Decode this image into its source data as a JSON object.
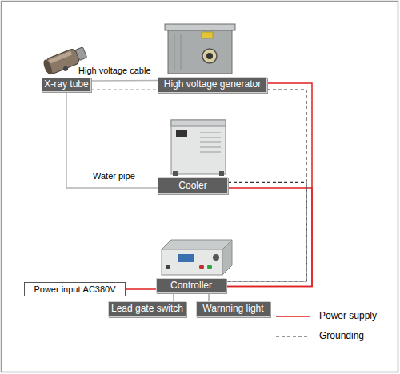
{
  "diagram": {
    "nodes": [
      {
        "text": [
          "X-ray tube"
        ]
      },
      {
        "text": [
          "High voltage generator"
        ]
      },
      {
        "text": [
          "Cooler"
        ]
      },
      {
        "text": [
          "Power input:AC380V"
        ]
      },
      {
        "text": [
          "Controller"
        ]
      },
      {
        "text": [
          "Lead gate switch"
        ]
      },
      {
        "text": [
          "Warnning light"
        ]
      }
    ],
    "edges": [
      {
        "from": 0,
        "to": 1,
        "label": "High voltage cable",
        "arrow": "none"
      },
      {
        "from": 0,
        "to": 2,
        "label": "Water pipe",
        "arrow": "none"
      },
      {
        "from": 1,
        "to": 4,
        "arrow": "none"
      },
      {
        "from": 2,
        "to": 4,
        "arrow": "none"
      },
      {
        "from": 1,
        "to": 4,
        "arrow": "none"
      },
      {
        "from": 2,
        "to": 4,
        "arrow": "none"
      },
      {
        "from": 0,
        "to": 1,
        "arrow": "none"
      },
      {
        "from": 3,
        "to": 4,
        "arrow": "none"
      },
      {
        "from": 4,
        "to": 5,
        "arrow": "none"
      },
      {
        "from": 4,
        "to": 6,
        "arrow": "none"
      }
    ],
    "legend": [
      {
        "text": "Power supply"
      },
      {
        "text": "Grounding"
      }
    ]
  }
}
